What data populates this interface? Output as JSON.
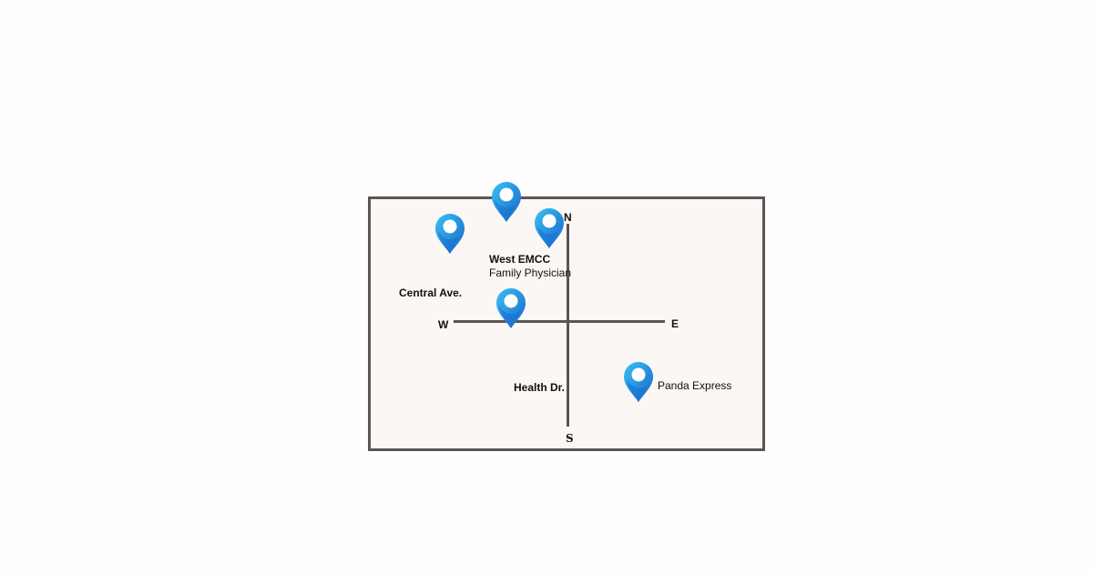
{
  "compass": {
    "north": "N",
    "south": "S",
    "east": "E",
    "west": "W"
  },
  "streets": {
    "horizontal": "Central Ave.",
    "vertical": "Health Dr."
  },
  "places": [
    {
      "name": "West EMCC",
      "subtitle": "Family Physician"
    },
    {
      "name": "Panda Express"
    }
  ],
  "colors": {
    "pin_light": "#3cc0f5",
    "pin_dark": "#1565c8",
    "road": "#5b5553",
    "map_bg": "#faf7f5"
  },
  "icons": {
    "pin": "map-pin-icon"
  }
}
